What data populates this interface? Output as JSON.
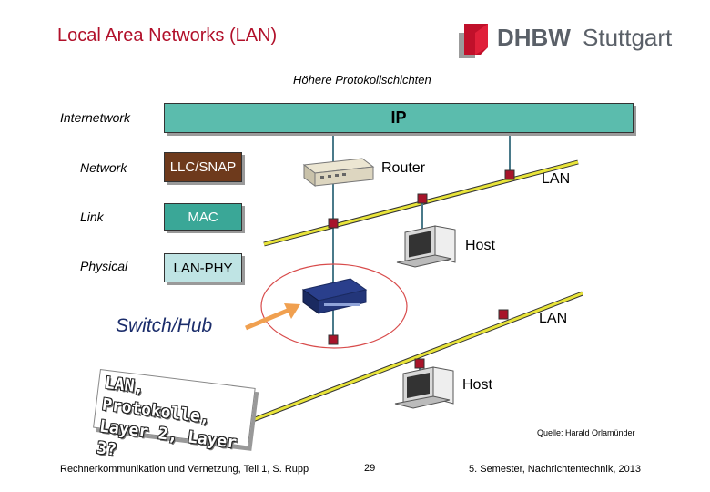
{
  "header": {
    "title": "Local Area Networks (LAN)",
    "logo_dhbw": "DHBW",
    "logo_city": "Stuttgart"
  },
  "diagram": {
    "top_caption": "Höhere Protokollschichten",
    "layers": {
      "internetwork": "Internetwork",
      "network": "Network",
      "link": "Link",
      "physical": "Physical"
    },
    "boxes": {
      "ip": "IP",
      "llc": "LLC/SNAP",
      "mac": "MAC",
      "phy": "LAN-PHY"
    },
    "labels": {
      "router": "Router",
      "lan_top": "LAN",
      "host_top": "Host",
      "switch_hub": "Switch/Hub",
      "lan_bottom": "LAN",
      "host_bottom": "Host"
    },
    "question": {
      "line1": "LAN, Protokolle,",
      "line2": "Layer 2, Layer 3?"
    },
    "colors": {
      "ip": "#5bbcad",
      "llc": "#6e3a1c",
      "mac": "#3aa797",
      "phy": "#bfe4e4",
      "bus_line": "#e8e43a",
      "connector": "#a8142a",
      "title": "#b1102a",
      "arrow": "#f0a050"
    }
  },
  "footer": {
    "source": "Quelle: Harald Orlamünder",
    "left": "Rechnerkommunikation und Vernetzung, Teil 1, S. Rupp",
    "page": "29",
    "right": "5. Semester, Nachrichtentechnik, 2013"
  }
}
